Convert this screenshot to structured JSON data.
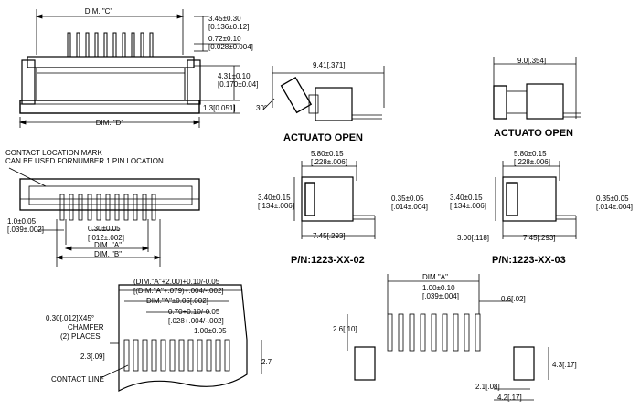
{
  "top_left": {
    "dim_c": "DIM. \"C\"",
    "dim_d": "DIM. \"D\"",
    "d_345a": "3.45±0.30",
    "d_345b": "[0.136±0.12]",
    "d_072a": "0.72±0.10",
    "d_072b": "[0.028±0.004]",
    "d_431a": "4.31±0.10",
    "d_431b": "[0.170±0.04]",
    "d_13": "1.3[0.051]"
  },
  "mid_left": {
    "note_1": "CONTACT LOCATION MARK",
    "note_2": "CAN BE USED FORNUMBER 1 PIN LOCATION",
    "d_10a": "1.0±0.05",
    "d_10b": "[.039±.002]",
    "d_030a": "0.30±0.05",
    "d_030b": "[.012±.002]",
    "dim_a": "DIM. \"A\"",
    "dim_b": "DIM. \"B\""
  },
  "actuator_02": {
    "d_941": "9.41[.371]",
    "angle": "30°",
    "caption": "ACTUATO OPEN",
    "d_580a": "5.80±0.15",
    "d_580b": "[.228±.006]",
    "d_340a": "3.40±0.15",
    "d_340b": "[.134±.006]",
    "d_035a": "0.35±0.05",
    "d_035b": "[.014±.004]",
    "d_745": "7.45[.293]",
    "pn": "P/N:1223-XX-02"
  },
  "actuator_03": {
    "d_90": "9.0[.354]",
    "caption": "ACTUATO OPEN",
    "d_580a": "5.80±0.15",
    "d_580b": "[.228±.006]",
    "d_340a": "3.40±0.15",
    "d_340b": "[.134±.006]",
    "d_035a": "0.35±0.05",
    "d_035b": "[.014±.004]",
    "d_300": "3.00[.118]",
    "d_745": "7.45[.293]",
    "pn": "P/N:1223-XX-03"
  },
  "bottom_left": {
    "dim1": "(DIM.\"A\"+2.00)+0.10/-0.05",
    "dim2": "[(DIM.\"A\"+.079)+.004/-.002]",
    "dim3": "DIM.\"A\"±0.05[.002]",
    "dim4": "0.70+0.10/-0.05",
    "dim5": "[.028+.004/-.002]",
    "dim6": "1.00±0.05",
    "chamfer1": "0.30[.012]X45°",
    "chamfer2": "CHAMFER",
    "chamfer3": "(2) PLACES",
    "d_23": "2.3[.09]",
    "d_27": "2.7",
    "contact": "CONTACT LINE"
  },
  "bottom_right": {
    "dim_a": "DIM.\"A\"",
    "d_100a": "1.00±0.10",
    "d_100b": "[.039±.004]",
    "d_06": "0.6[.02]",
    "d_26": "2.6[.10]",
    "d_43": "4.3[.17]",
    "d_21": "2.1[.08]",
    "d_42": "4.2[.17]"
  }
}
